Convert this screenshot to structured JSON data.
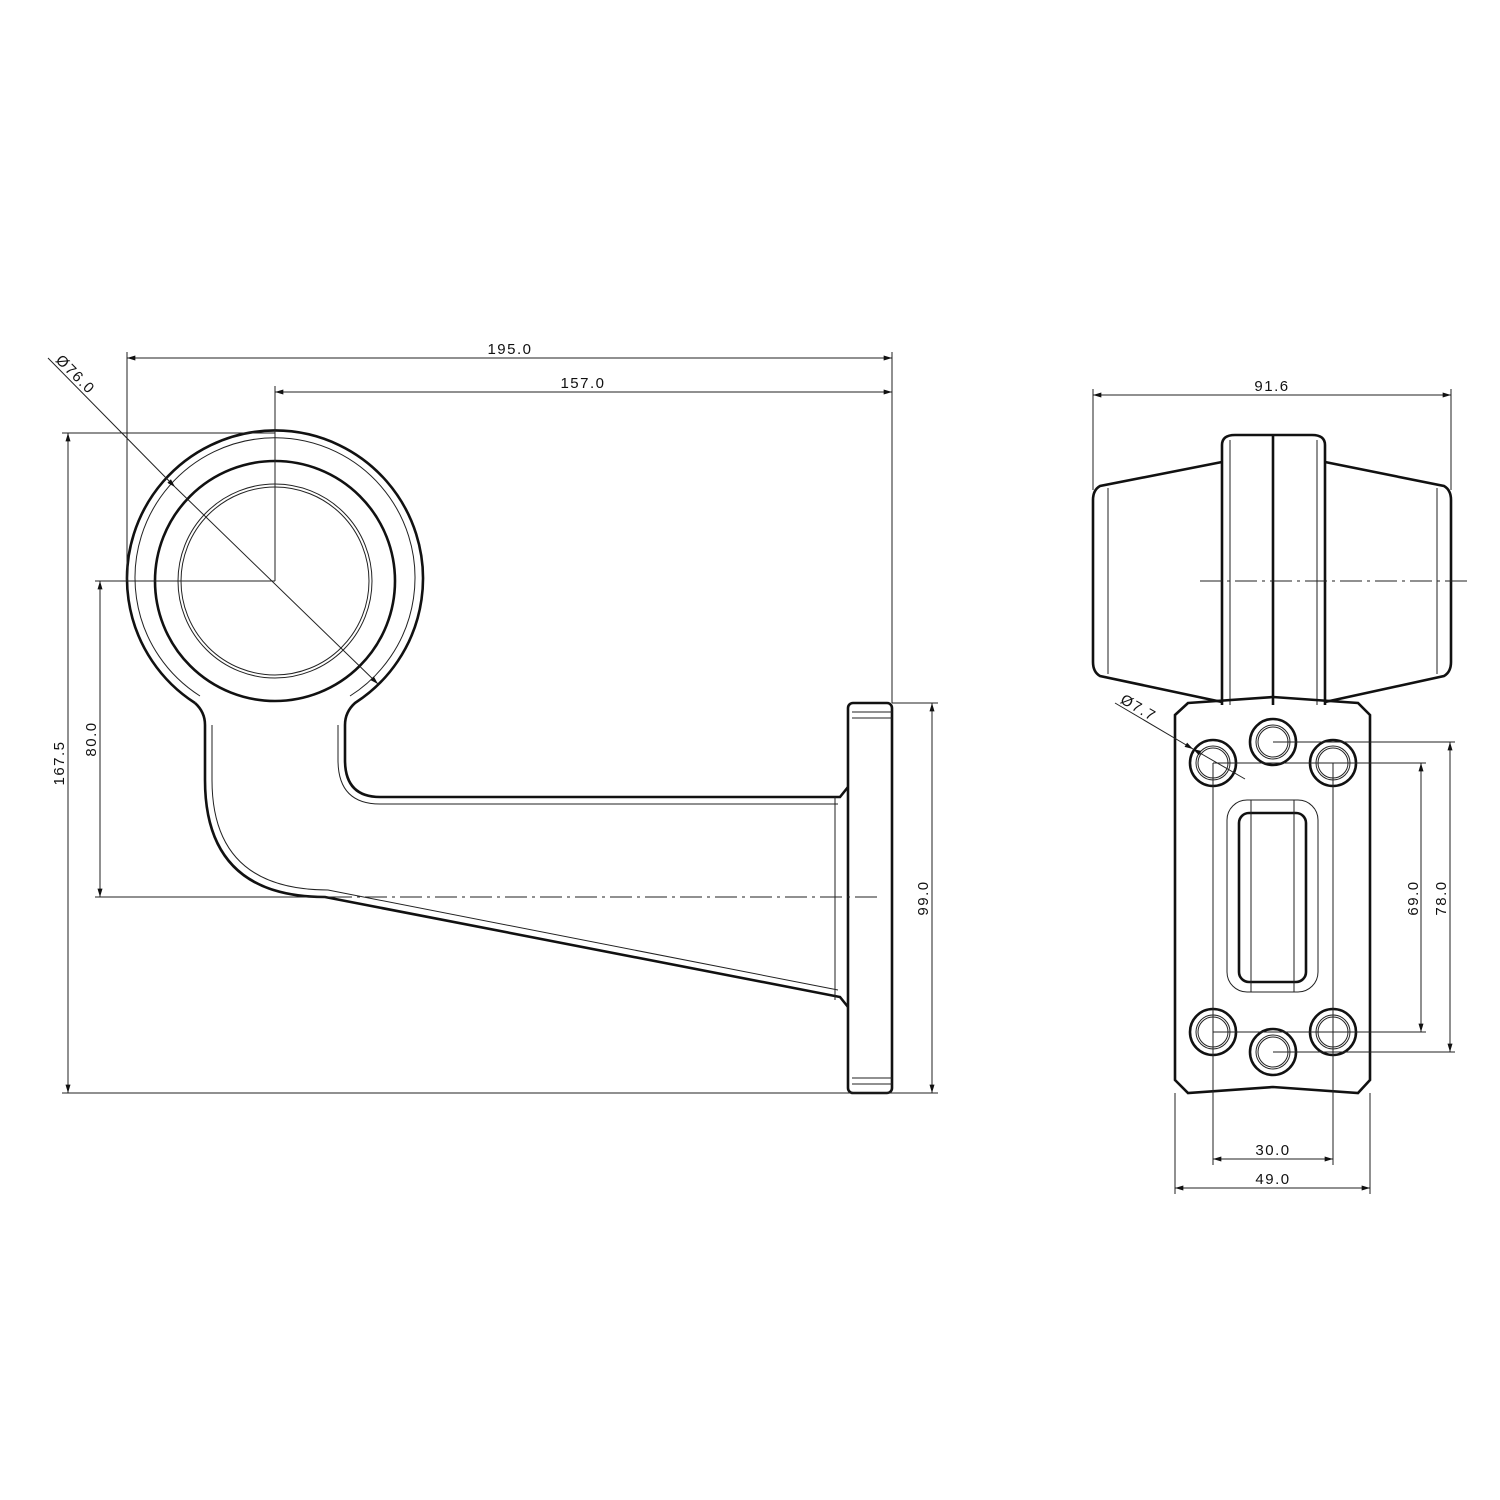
{
  "side_view": {
    "dims": {
      "overall_width": "195.0",
      "lamp_center_offset": "157.0",
      "overall_height": "167.5",
      "center_to_arm": "80.0",
      "flange_height": "99.0",
      "lamp_diameter": "Ø76.0"
    }
  },
  "front_view": {
    "dims": {
      "overall_width": "91.6",
      "hole_diameter": "Ø7.7",
      "hole_spacing_inner": "69.0",
      "hole_spacing_outer": "78.0",
      "hole_spacing_horizontal": "30.0",
      "plate_width": "49.0"
    }
  }
}
